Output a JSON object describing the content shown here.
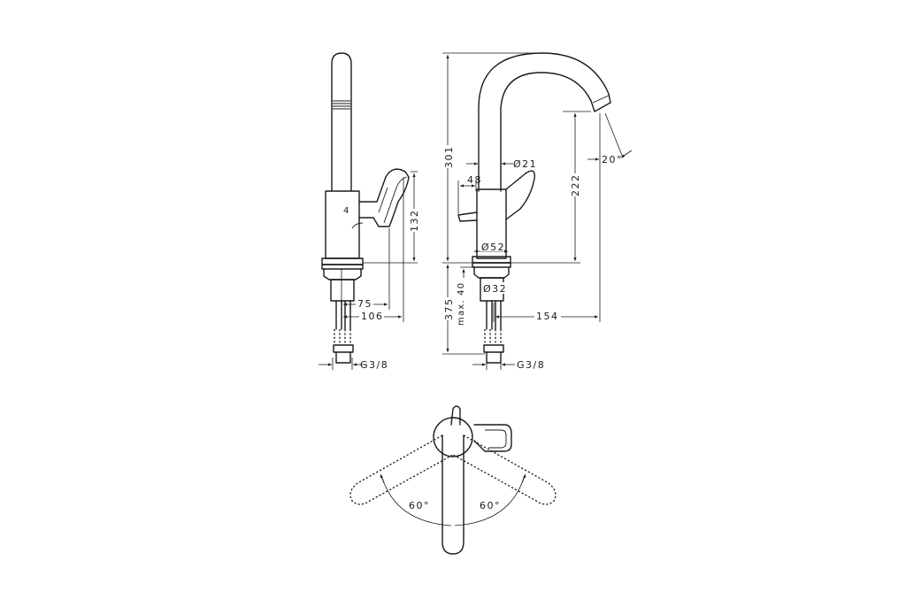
{
  "dimensions": {
    "height_301": "301",
    "height_222": "222",
    "height_132": "132",
    "height_375": "375",
    "max_40": "max. 40",
    "dia_21": "Ø21",
    "dia_52": "Ø52",
    "dia_32": "Ø32",
    "width_48": "48",
    "width_75": "75",
    "width_106": "106",
    "width_154": "154",
    "thread_left": "G3/8",
    "thread_right": "G3/8",
    "angle_spout": "20°",
    "angle_left": "60°",
    "angle_right": "60°"
  },
  "icons": {
    "handle_mark": "4"
  },
  "colors": {
    "line": "#1a1a1a",
    "background": "#ffffff"
  }
}
